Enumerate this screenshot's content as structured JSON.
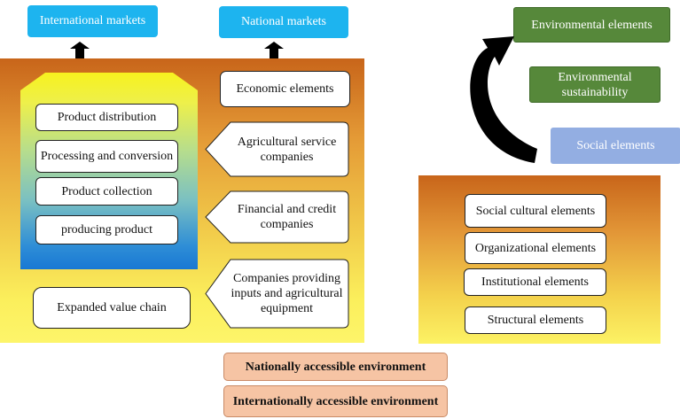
{
  "top_markets": {
    "international": "International markets",
    "national": "National markets"
  },
  "value_chain": {
    "stages": [
      "Product distribution",
      "Processing and conversion",
      "Product collection",
      "producing product"
    ],
    "expanded": "Expanded value chain"
  },
  "support_elements": {
    "economic": "Economic elements",
    "agricultural_service": "Agricultural service companies",
    "financial_credit": "Financial and credit companies",
    "inputs_equipment": "Companies providing inputs and agricultural equipment"
  },
  "sustainability": {
    "environmental_elements": "Environmental elements",
    "environmental_sustainability": "Environmental sustainability",
    "social_elements": "Social elements"
  },
  "social_panel": {
    "items": [
      "Social cultural elements",
      "Organizational elements",
      "Institutional elements",
      "Structural elements"
    ]
  },
  "environments": {
    "national": "Nationally accessible environment",
    "international": "Internationally accessible environment"
  },
  "colors": {
    "market_blue": "#1db4ef",
    "env_green": "#56883a",
    "social_blue": "#93aee2",
    "environment_salmon": "#f6c4a4"
  }
}
